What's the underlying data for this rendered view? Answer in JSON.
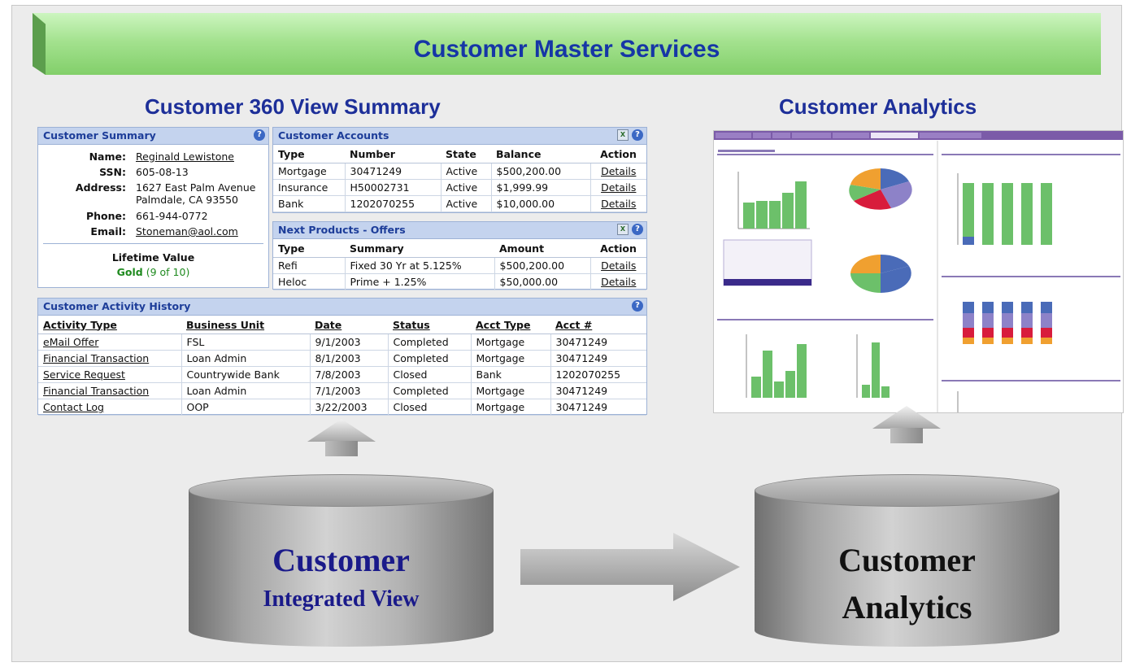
{
  "banner": {
    "title": "Customer Master Services"
  },
  "left_title": "Customer 360 View Summary",
  "right_title": "Customer Analytics",
  "customer_summary": {
    "header": "Customer Summary",
    "fields": [
      {
        "label": "Name:",
        "value": "Reginald Lewistone",
        "link": true
      },
      {
        "label": "SSN:",
        "value": "605-08-13",
        "link": false
      },
      {
        "label": "Address:",
        "value": "1627 East Palm Avenue",
        "value2": "Palmdale, CA 93550",
        "link": false
      },
      {
        "label": "Phone:",
        "value": "661-944-0772",
        "link": false
      },
      {
        "label": "Email:",
        "value": "Stoneman@aol.com",
        "link": true
      }
    ],
    "lifetime_label": "Lifetime Value",
    "lifetime_tier": "Gold",
    "lifetime_score": "(9 of 10)"
  },
  "accounts": {
    "header": "Customer Accounts",
    "columns": [
      "Type",
      "Number",
      "State",
      "Balance",
      "Action"
    ],
    "rows": [
      [
        "Mortgage",
        "30471249",
        "Active",
        "$500,200.00",
        "Details"
      ],
      [
        "Insurance",
        "H50002731",
        "Active",
        "$1,999.99",
        "Details"
      ],
      [
        "Bank",
        "1202070255",
        "Active",
        "$10,000.00",
        "Details"
      ]
    ]
  },
  "offers": {
    "header": "Next Products - Offers",
    "columns": [
      "Type",
      "Summary",
      "Amount",
      "Action"
    ],
    "rows": [
      [
        "Refi",
        "Fixed 30 Yr at 5.125%",
        "$500,200.00",
        "Details"
      ],
      [
        "Heloc",
        "Prime + 1.25%",
        "$50,000.00",
        "Details"
      ]
    ]
  },
  "activity": {
    "header": "Customer Activity History",
    "columns": [
      "Activity Type",
      "Business Unit",
      "Date",
      "Status",
      "Acct Type",
      "Acct #"
    ],
    "rows": [
      [
        "eMail Offer",
        "FSL",
        "9/1/2003",
        "Completed",
        "Mortgage",
        "30471249"
      ],
      [
        "Financial Transaction",
        "Loan Admin",
        "8/1/2003",
        "Completed",
        "Mortgage",
        "30471249"
      ],
      [
        "Service Request",
        "Countrywide Bank",
        "7/8/2003",
        "Closed",
        "Bank",
        "1202070255"
      ],
      [
        "Financial Transaction",
        "Loan Admin",
        "7/1/2003",
        "Completed",
        "Mortgage",
        "30471249"
      ],
      [
        "Contact Log",
        "OOP",
        "3/22/2003",
        "Closed",
        "Mortgage",
        "30471249"
      ]
    ]
  },
  "db_left": {
    "line1": "Customer",
    "line2": "Integrated View"
  },
  "db_right": {
    "line1": "Customer",
    "line2": "Analytics"
  },
  "colors": {
    "banner_text": "#1636a6",
    "db_left_text": "#1a1a8a",
    "db_right_text": "#111111",
    "gold_text": "#1f8a1f"
  },
  "icons": [
    "help-icon",
    "excel-export-icon",
    "arrow-up-icon",
    "arrow-right-icon",
    "database-cylinder-icon"
  ]
}
